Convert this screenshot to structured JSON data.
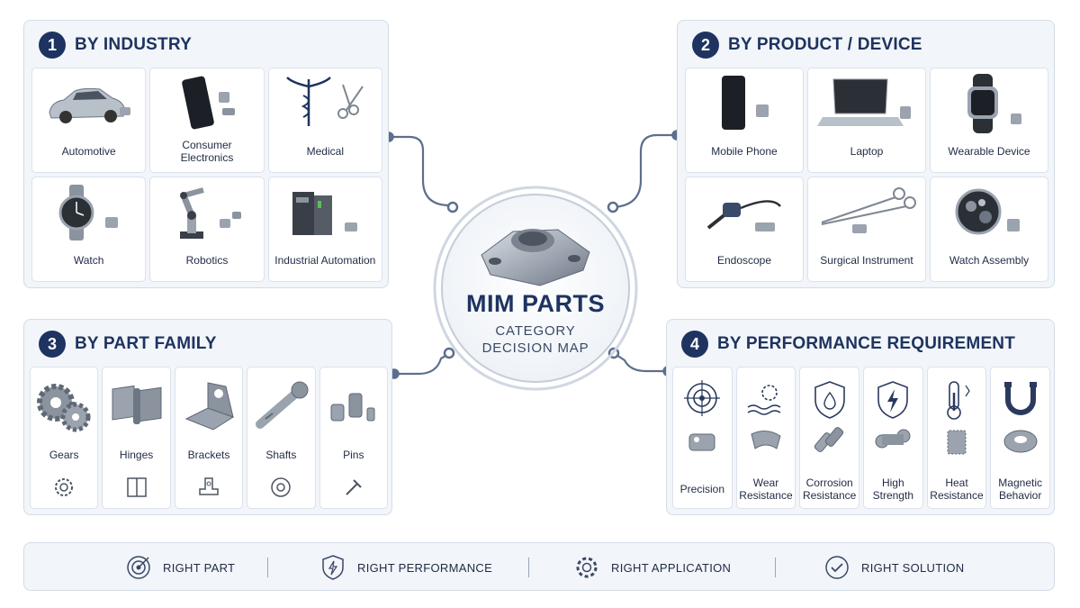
{
  "center": {
    "title": "MIM PARTS",
    "subtitle_line1": "CATEGORY",
    "subtitle_line2": "DECISION MAP"
  },
  "panels": {
    "industry": {
      "number": "1",
      "title": "BY INDUSTRY",
      "items": [
        {
          "label": "Automotive",
          "icon": "car-icon"
        },
        {
          "label": "Consumer Electronics",
          "icon": "smartphone-icon"
        },
        {
          "label": "Medical",
          "icon": "caduceus-icon"
        },
        {
          "label": "Watch",
          "icon": "wristwatch-icon"
        },
        {
          "label": "Robotics",
          "icon": "robot-arm-icon"
        },
        {
          "label": "Industrial Automation",
          "icon": "industrial-machine-icon"
        }
      ]
    },
    "product": {
      "number": "2",
      "title": "BY PRODUCT / DEVICE",
      "items": [
        {
          "label": "Mobile Phone",
          "icon": "smartphone-icon"
        },
        {
          "label": "Laptop",
          "icon": "laptop-icon"
        },
        {
          "label": "Wearable Device",
          "icon": "smartwatch-icon"
        },
        {
          "label": "Endoscope",
          "icon": "endoscope-icon"
        },
        {
          "label": "Surgical Instrument",
          "icon": "forceps-icon"
        },
        {
          "label": "Watch Assembly",
          "icon": "watch-movement-icon"
        }
      ]
    },
    "family": {
      "number": "3",
      "title": "BY PART FAMILY",
      "items": [
        {
          "label": "Gears",
          "icon": "gears-icon",
          "sub_icon": "gear-outline-icon"
        },
        {
          "label": "Hinges",
          "icon": "hinge-icon",
          "sub_icon": "hinge-outline-icon"
        },
        {
          "label": "Brackets",
          "icon": "bracket-icon",
          "sub_icon": "bracket-outline-icon"
        },
        {
          "label": "Shafts",
          "icon": "shaft-icon",
          "sub_icon": "shaft-outline-icon"
        },
        {
          "label": "Pins",
          "icon": "pins-icon",
          "sub_icon": "pin-outline-icon"
        }
      ]
    },
    "performance": {
      "number": "4",
      "title": "BY PERFORMANCE REQUIREMENT",
      "items": [
        {
          "label": "Precision",
          "icon": "target-icon"
        },
        {
          "label": "Wear Resistance",
          "icon": "wear-gear-icon"
        },
        {
          "label": "Corrosion Resistance",
          "icon": "shield-drop-icon"
        },
        {
          "label": "High Strength",
          "icon": "shield-bolt-icon"
        },
        {
          "label": "Heat Resistance",
          "icon": "thermometer-icon"
        },
        {
          "label": "Magnetic Behavior",
          "icon": "magnet-icon"
        }
      ]
    }
  },
  "footer": [
    {
      "label": "RIGHT PART",
      "icon": "target-icon"
    },
    {
      "label": "RIGHT PERFORMANCE",
      "icon": "shield-bolt-icon"
    },
    {
      "label": "RIGHT APPLICATION",
      "icon": "gear-icon"
    },
    {
      "label": "RIGHT SOLUTION",
      "icon": "check-circle-icon"
    }
  ],
  "colors": {
    "navy": "#1e3360",
    "panel_bg": "#f2f5f9",
    "border": "#d4dce7",
    "connector": "#5c6f8c",
    "metal": "#a9b2bd"
  }
}
